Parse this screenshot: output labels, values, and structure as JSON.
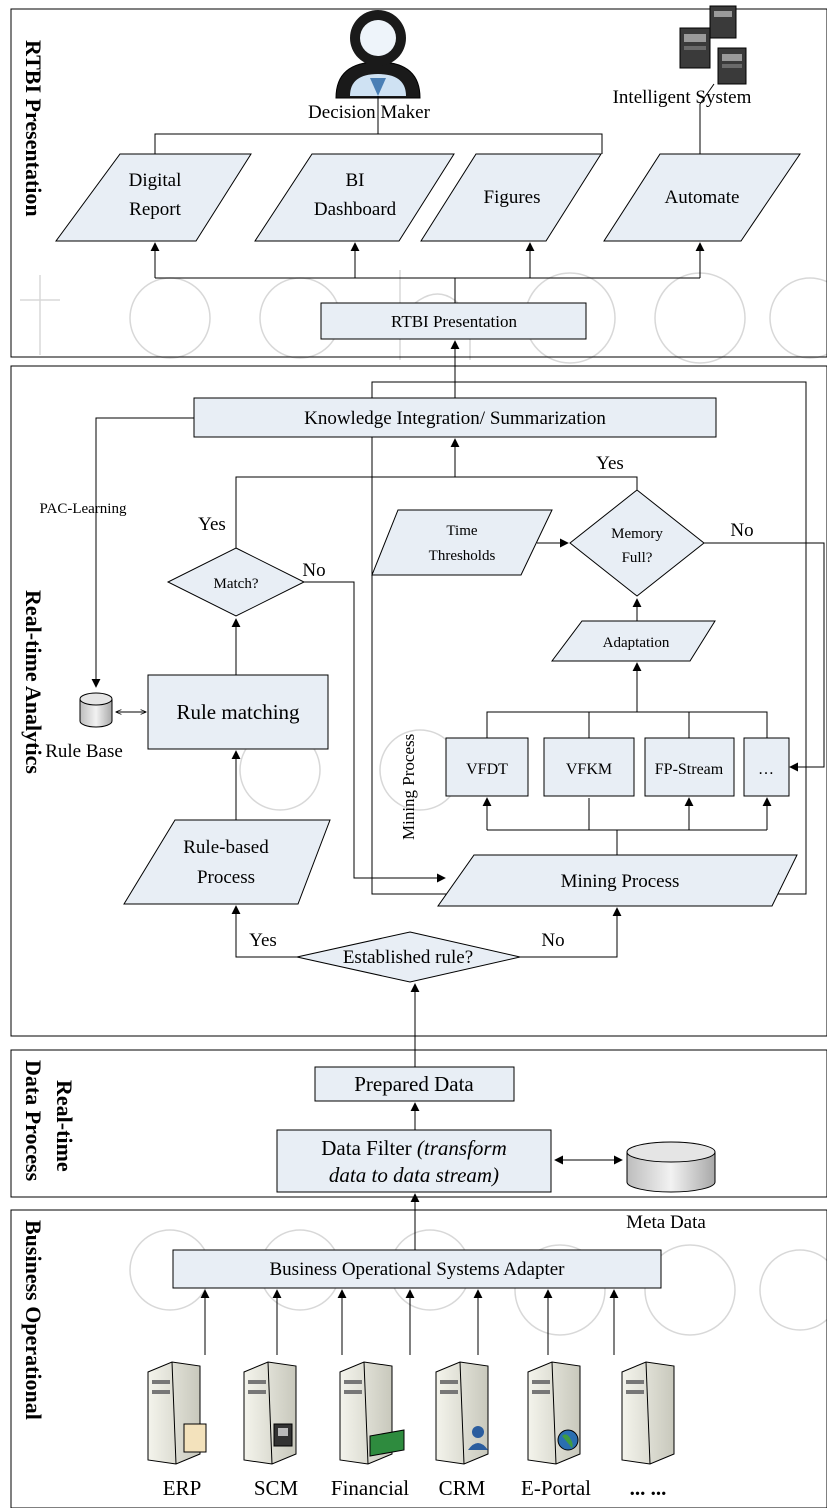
{
  "sections": {
    "presentation": "RTBI Presentation",
    "analytics": "Real-time Analytics",
    "data_process_1": "Real-time",
    "data_process_2": "Data Process",
    "business": "Business Operational"
  },
  "presentation": {
    "actor": "Decision Maker",
    "system": "Intelligent System",
    "outputs": {
      "digital_report_1": "Digital",
      "digital_report_2": "Report",
      "bi_dashboard_1": "BI",
      "bi_dashboard_2": "Dashboard",
      "figures": "Figures",
      "automate": "Automate"
    },
    "rtbi_box": "RTBI Presentation"
  },
  "analytics": {
    "knowledge": "Knowledge Integration/ Summarization",
    "pac": "PAC-Learning",
    "yes_top": "Yes",
    "yes_left": "Yes",
    "match": "Match?",
    "no_match": "No",
    "time_thresholds_1": "Time",
    "time_thresholds_2": "Thresholds",
    "memory_1": "Memory",
    "memory_2": "Full?",
    "no_memory": "No",
    "adaptation": "Adaptation",
    "rule_base": "Rule Base",
    "rule_matching": "Rule matching",
    "mining_vertical": "Mining Process",
    "algorithms": [
      "VFDT",
      "VFKM",
      "FP-Stream",
      "…"
    ],
    "rule_process_1": "Rule-based",
    "rule_process_2": "Process",
    "mining_process": "Mining Process",
    "established_yes": "Yes",
    "established": "Established rule?",
    "established_no": "No"
  },
  "data_process": {
    "prepared": "Prepared Data",
    "filter_1": "Data Filter ",
    "filter_1_italic": "(transform",
    "filter_2": "data to data stream)",
    "meta": "Meta Data"
  },
  "business": {
    "adapter": "Business Operational Systems Adapter",
    "systems": [
      "ERP",
      "SCM",
      "Financial",
      "CRM",
      "E-Portal",
      "... ..."
    ]
  }
}
